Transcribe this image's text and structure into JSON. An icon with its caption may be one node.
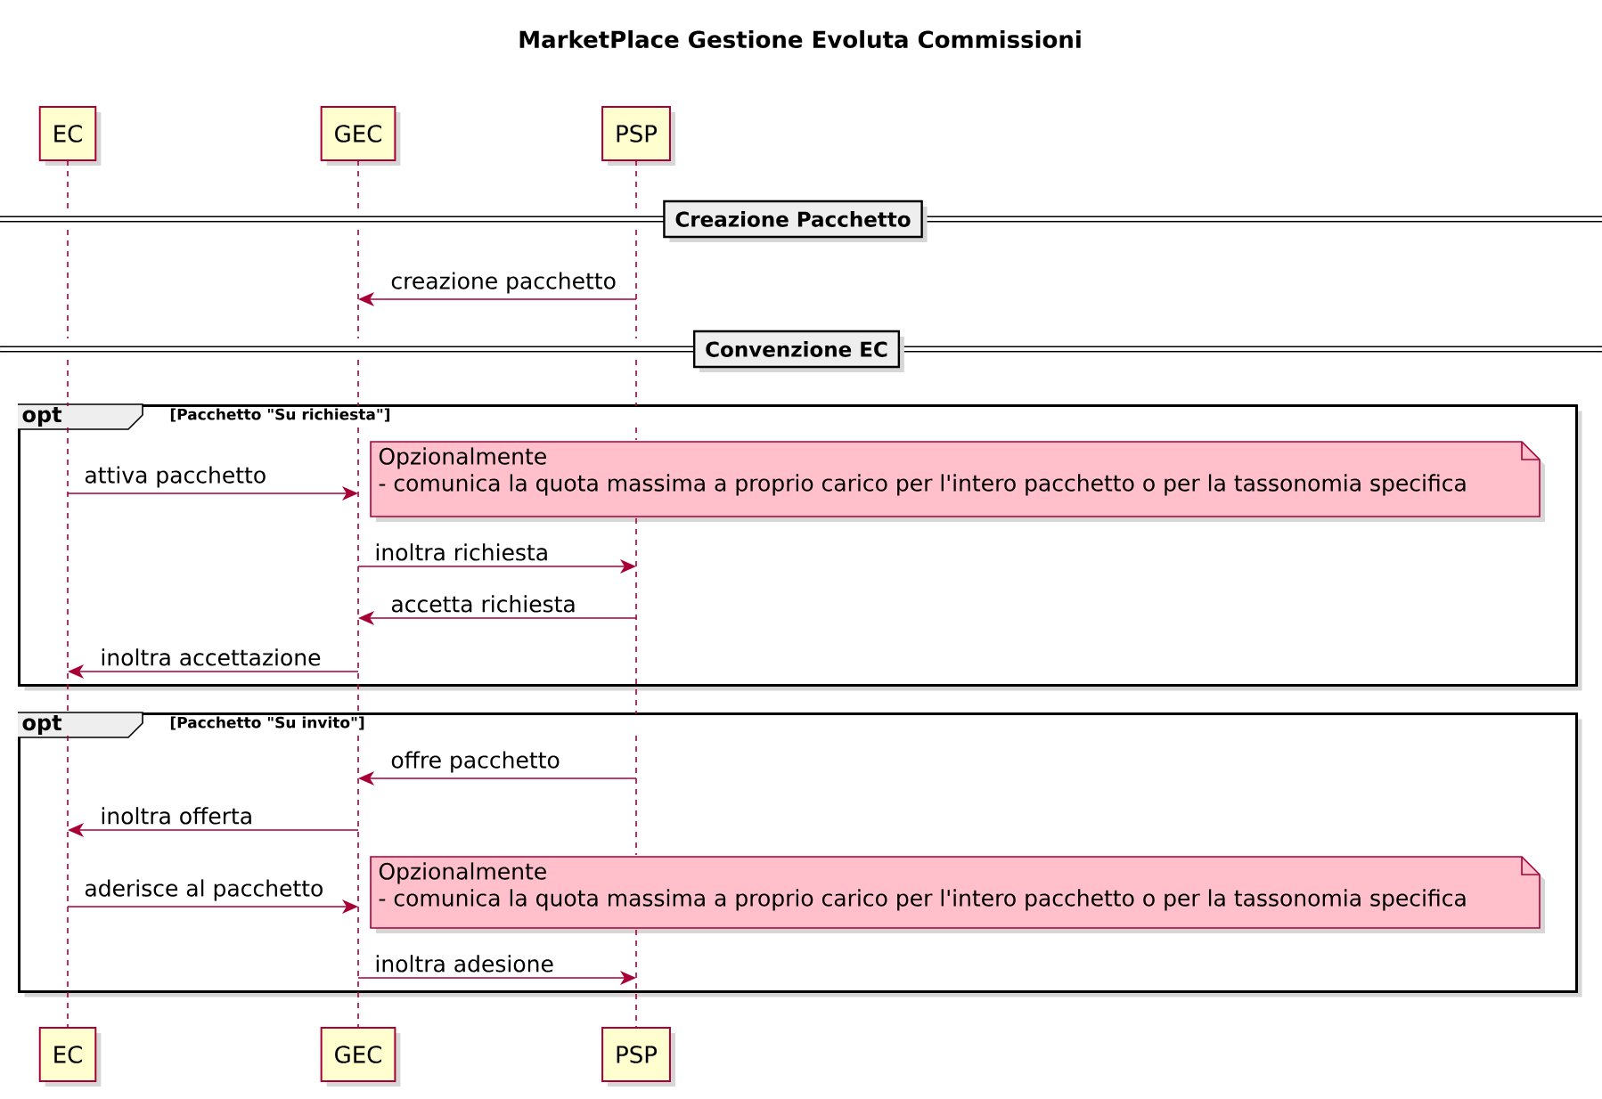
{
  "diagram": {
    "title": "MarketPlace Gestione Evoluta Commissioni",
    "nodes": [
      {
        "text": [
          "EC"
        ]
      },
      {
        "text": [
          "GEC"
        ]
      },
      {
        "text": [
          "PSP"
        ]
      },
      {
        "text": [
          "EC"
        ]
      },
      {
        "text": [
          "GEC"
        ]
      },
      {
        "text": [
          "PSP"
        ]
      },
      {
        "text": [
          "Creazione Pacchetto"
        ]
      },
      {
        "text": [
          "Convenzione EC"
        ]
      },
      {
        "text": [
          "opt",
          "[Pacchetto \"Su richiesta\"]"
        ]
      },
      {
        "text": [
          "Opzionalmente",
          "- comunica la quota massima a proprio carico per l'intero pacchetto o per la tassonomia specifica"
        ],
        "in": 8
      },
      {
        "text": [
          "opt",
          "[Pacchetto \"Su invito\"]"
        ]
      },
      {
        "text": [
          "Opzionalmente",
          "- comunica la quota massima a proprio carico per l'intero pacchetto o per la tassonomia specifica"
        ],
        "in": 10
      },
      {
        "text": [],
        "shape": "line"
      },
      {
        "text": [],
        "shape": "line"
      },
      {
        "text": [],
        "shape": "line"
      }
    ],
    "edges": [
      {
        "from": 14,
        "to": 13,
        "arrow": "to",
        "label": "creazione pacchetto"
      },
      {
        "from": 12,
        "to": 13,
        "arrow": "to",
        "label": "attiva pacchetto"
      },
      {
        "from": 13,
        "to": 14,
        "arrow": "to",
        "label": "inoltra richiesta"
      },
      {
        "from": 14,
        "to": 13,
        "arrow": "to",
        "label": "accetta richiesta"
      },
      {
        "from": 13,
        "to": 12,
        "arrow": "to",
        "label": "inoltra accettazione"
      },
      {
        "from": 14,
        "to": 13,
        "arrow": "to",
        "label": "offre pacchetto"
      },
      {
        "from": 13,
        "to": 12,
        "arrow": "to",
        "label": "inoltra offerta"
      },
      {
        "from": 12,
        "to": 13,
        "arrow": "to",
        "label": "aderisce al pacchetto"
      },
      {
        "from": 13,
        "to": 14,
        "arrow": "to",
        "label": "inoltra adesione"
      }
    ]
  }
}
